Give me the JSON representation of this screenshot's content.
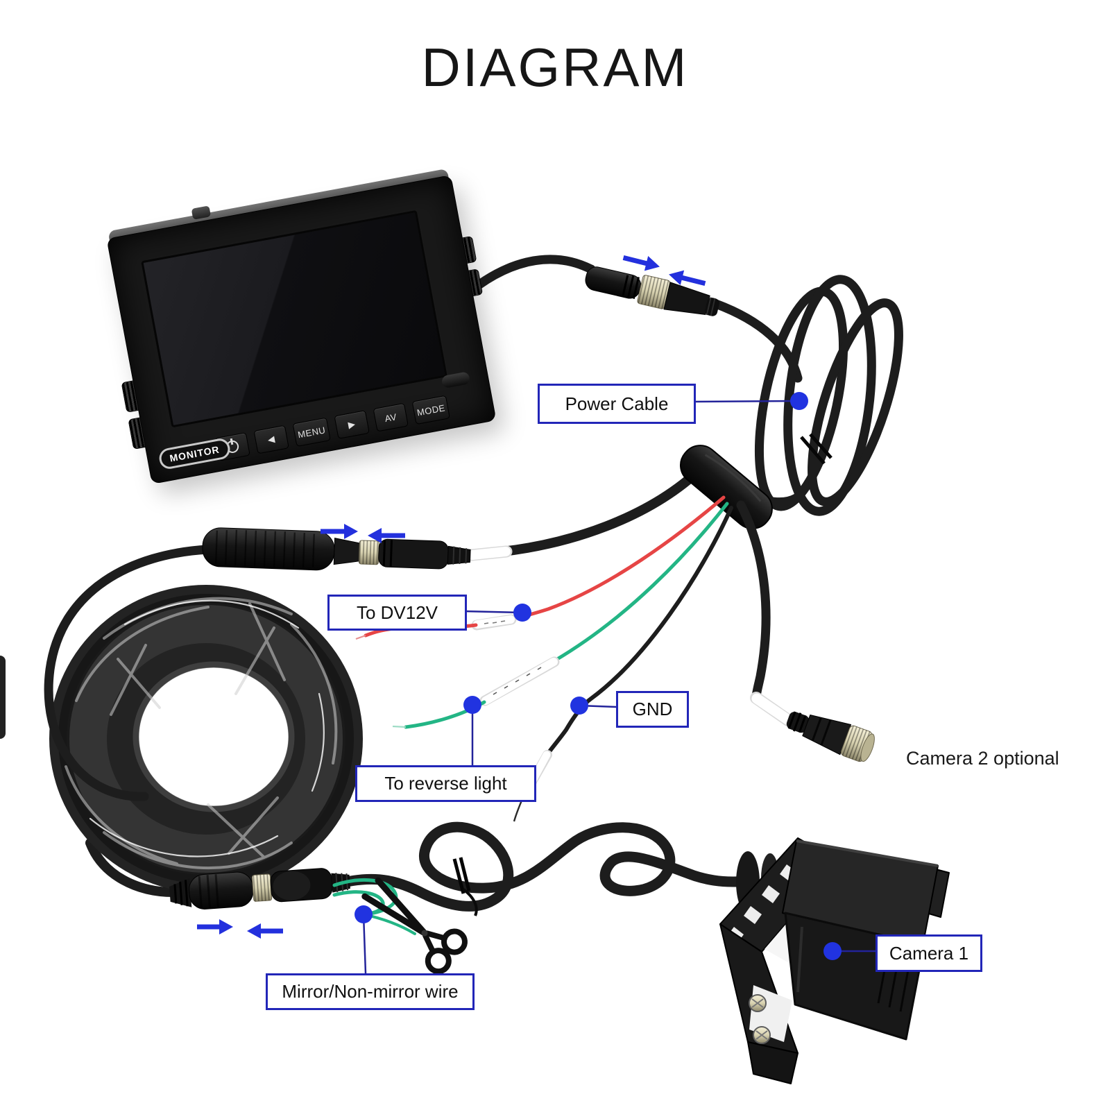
{
  "title": "DIAGRAM",
  "colors": {
    "label_border": "#2226b8",
    "leader_blue": "#23239a",
    "dot_blue": "#2133e0",
    "arrow_blue": "#2330dd",
    "wire_red": "#e64545",
    "wire_green": "#23b585",
    "cable_black": "#1d1d1d",
    "background": "#ffffff"
  },
  "monitor": {
    "badge": "MONITOR",
    "buttons": [
      "◀",
      "MENU",
      "▶",
      "AV",
      "MODE"
    ]
  },
  "labels": {
    "power_cable": "Power Cable",
    "to_dv12v": "To DV12V",
    "gnd": "GND",
    "to_reverse_light": "To reverse light",
    "camera_2": "Camera 2 optional",
    "camera_1": "Camera 1",
    "mirror_wire": "Mirror/Non-mirror wire"
  }
}
